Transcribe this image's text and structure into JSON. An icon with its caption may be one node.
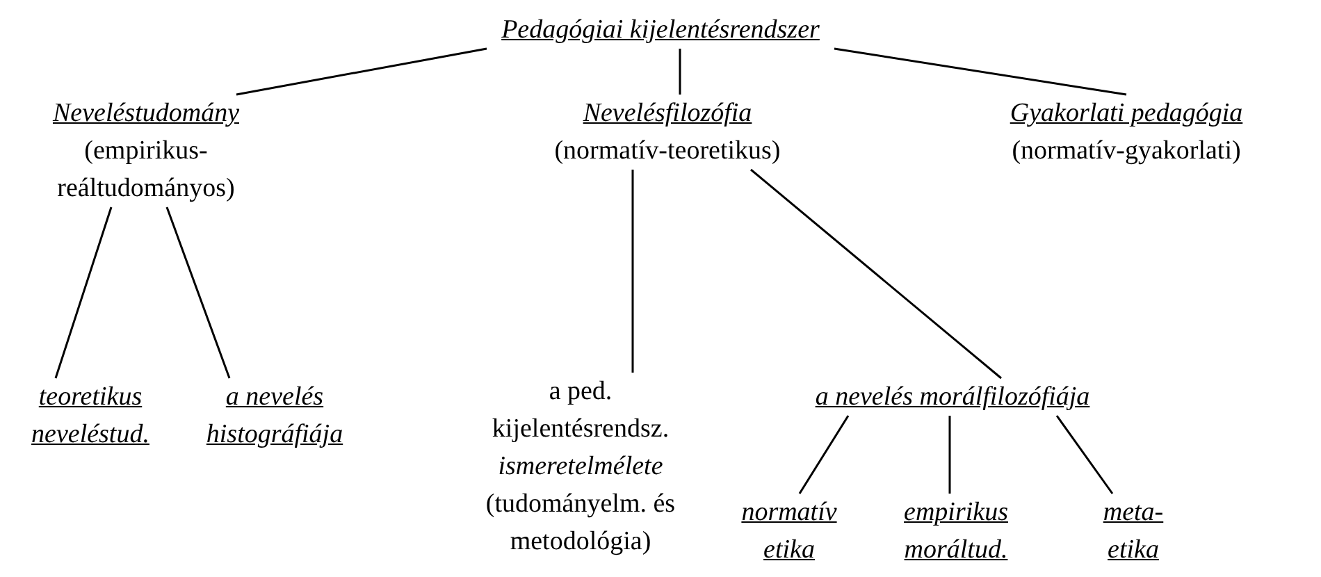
{
  "diagram": {
    "nodes": [
      {
        "text": [
          "Pedagógiai kijelentésrendszer"
        ]
      },
      {
        "text": [
          "Neveléstudomány",
          "(empirikus-reáltudományos)"
        ]
      },
      {
        "text": [
          "Nevelésfilozófia",
          "(normatív-teoretikus)"
        ]
      },
      {
        "text": [
          "Gyakorlati pedagógia",
          "(normatív-gyakorlati)"
        ]
      },
      {
        "text": [
          "teoretikus neveléstud."
        ]
      },
      {
        "text": [
          "a nevelés histográfiája"
        ]
      },
      {
        "text": [
          "a ped. kijelentésrendsz. *ismeretelmélete*",
          "(tudományelm. és metodológia)"
        ]
      },
      {
        "text": [
          "a nevelés morálfilozófiája"
        ]
      },
      {
        "text": [
          "normatív etika"
        ]
      },
      {
        "text": [
          "empirikus moráltud."
        ]
      },
      {
        "text": [
          "meta-etika"
        ]
      }
    ],
    "edges": [
      {
        "from": 0,
        "to": 1,
        "arrow": "none"
      },
      {
        "from": 0,
        "to": 2,
        "arrow": "none"
      },
      {
        "from": 0,
        "to": 3,
        "arrow": "none"
      },
      {
        "from": 1,
        "to": 4,
        "arrow": "none"
      },
      {
        "from": 1,
        "to": 5,
        "arrow": "none"
      },
      {
        "from": 2,
        "to": 6,
        "arrow": "none"
      },
      {
        "from": 2,
        "to": 7,
        "arrow": "none"
      },
      {
        "from": 7,
        "to": 8,
        "arrow": "none"
      },
      {
        "from": 7,
        "to": 9,
        "arrow": "none"
      },
      {
        "from": 7,
        "to": 10,
        "arrow": "none"
      }
    ]
  }
}
